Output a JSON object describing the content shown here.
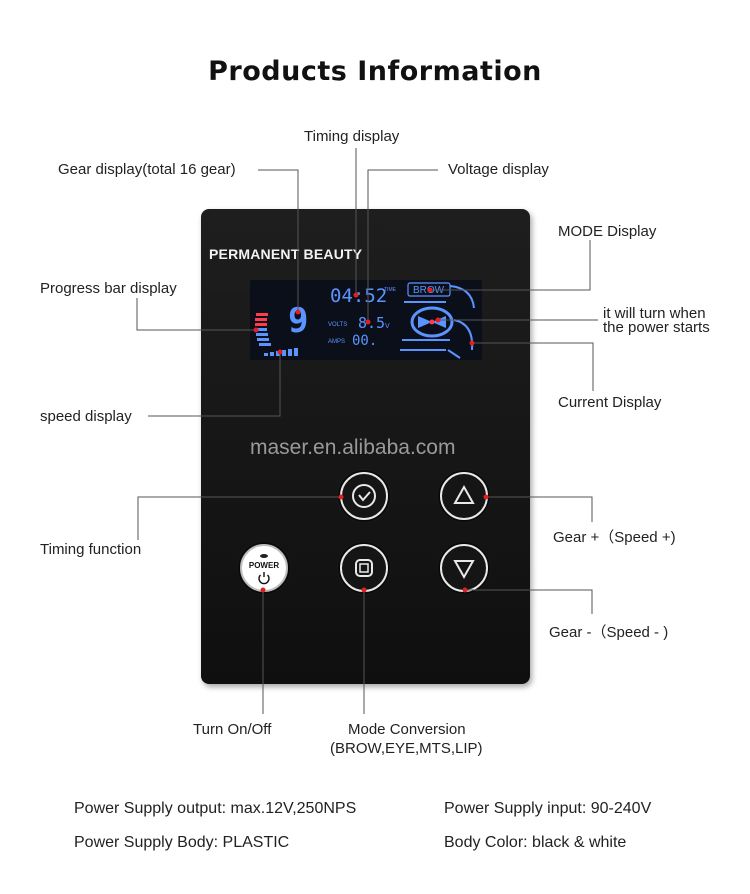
{
  "title": "Products Information",
  "device": {
    "brand": "PERMANENT BEAUTY",
    "watermark": "maser.en.alibaba.com",
    "power_button_label": "POWER"
  },
  "lcd": {
    "gear": "9",
    "time": "04:52",
    "time_tag": "TIME",
    "mode": "BROW",
    "volts_label": "VOLTS",
    "volts": "8.5",
    "volts_unit": "V",
    "amps_label": "AMPS",
    "amps": "00."
  },
  "callouts": {
    "timing_display": "Timing display",
    "gear_display": "Gear display(total 16 gear)",
    "voltage_display": "Voltage display",
    "mode_display": "MODE Display",
    "progress_bar": "Progress bar display",
    "power_start_1": "it will turn when",
    "power_start_2": "the power starts",
    "current_display": "Current Display",
    "speed_display": "speed display",
    "timing_function": "Timing function",
    "gear_plus": "Gear +（Speed +)",
    "gear_minus": "Gear -（Speed - )",
    "turn_on_off": "Turn On/Off",
    "mode_conversion_1": "Mode Conversion",
    "mode_conversion_2": "(BROW,EYE,MTS,LIP)"
  },
  "specs": {
    "output": "Power Supply output: max.12V,250NPS",
    "input": "Power Supply input: 90-240V",
    "body": "Power Supply Body: PLASTIC",
    "color": "Body Color: black & white"
  },
  "colors": {
    "lcd_blue": "#5b93ff",
    "lcd_red": "#ff3b4e",
    "marker_red": "#e02020"
  }
}
